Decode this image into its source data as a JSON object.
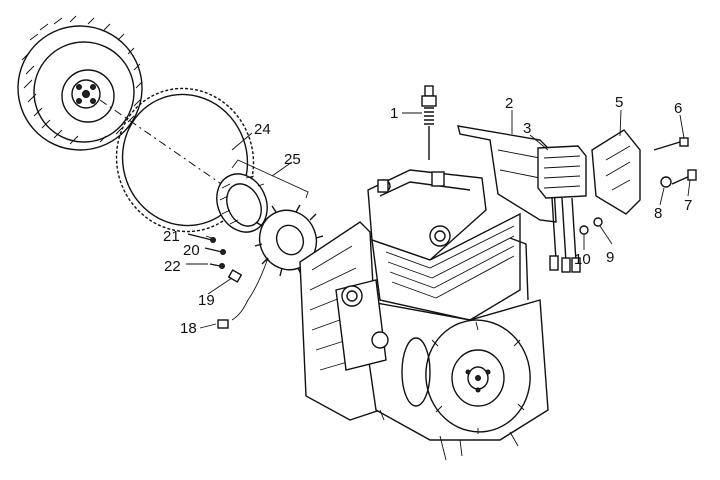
{
  "callouts": [
    {
      "id": "1",
      "text": "1"
    },
    {
      "id": "2",
      "text": "2"
    },
    {
      "id": "3",
      "text": "3"
    },
    {
      "id": "5",
      "text": "5"
    },
    {
      "id": "6",
      "text": "6"
    },
    {
      "id": "7",
      "text": "7"
    },
    {
      "id": "8",
      "text": "8"
    },
    {
      "id": "9",
      "text": "9"
    },
    {
      "id": "10",
      "text": "10"
    },
    {
      "id": "18",
      "text": "18"
    },
    {
      "id": "19",
      "text": "19"
    },
    {
      "id": "20",
      "text": "20"
    },
    {
      "id": "21",
      "text": "21"
    },
    {
      "id": "22",
      "text": "22"
    },
    {
      "id": "24",
      "text": "24"
    },
    {
      "id": "25",
      "text": "25"
    }
  ]
}
